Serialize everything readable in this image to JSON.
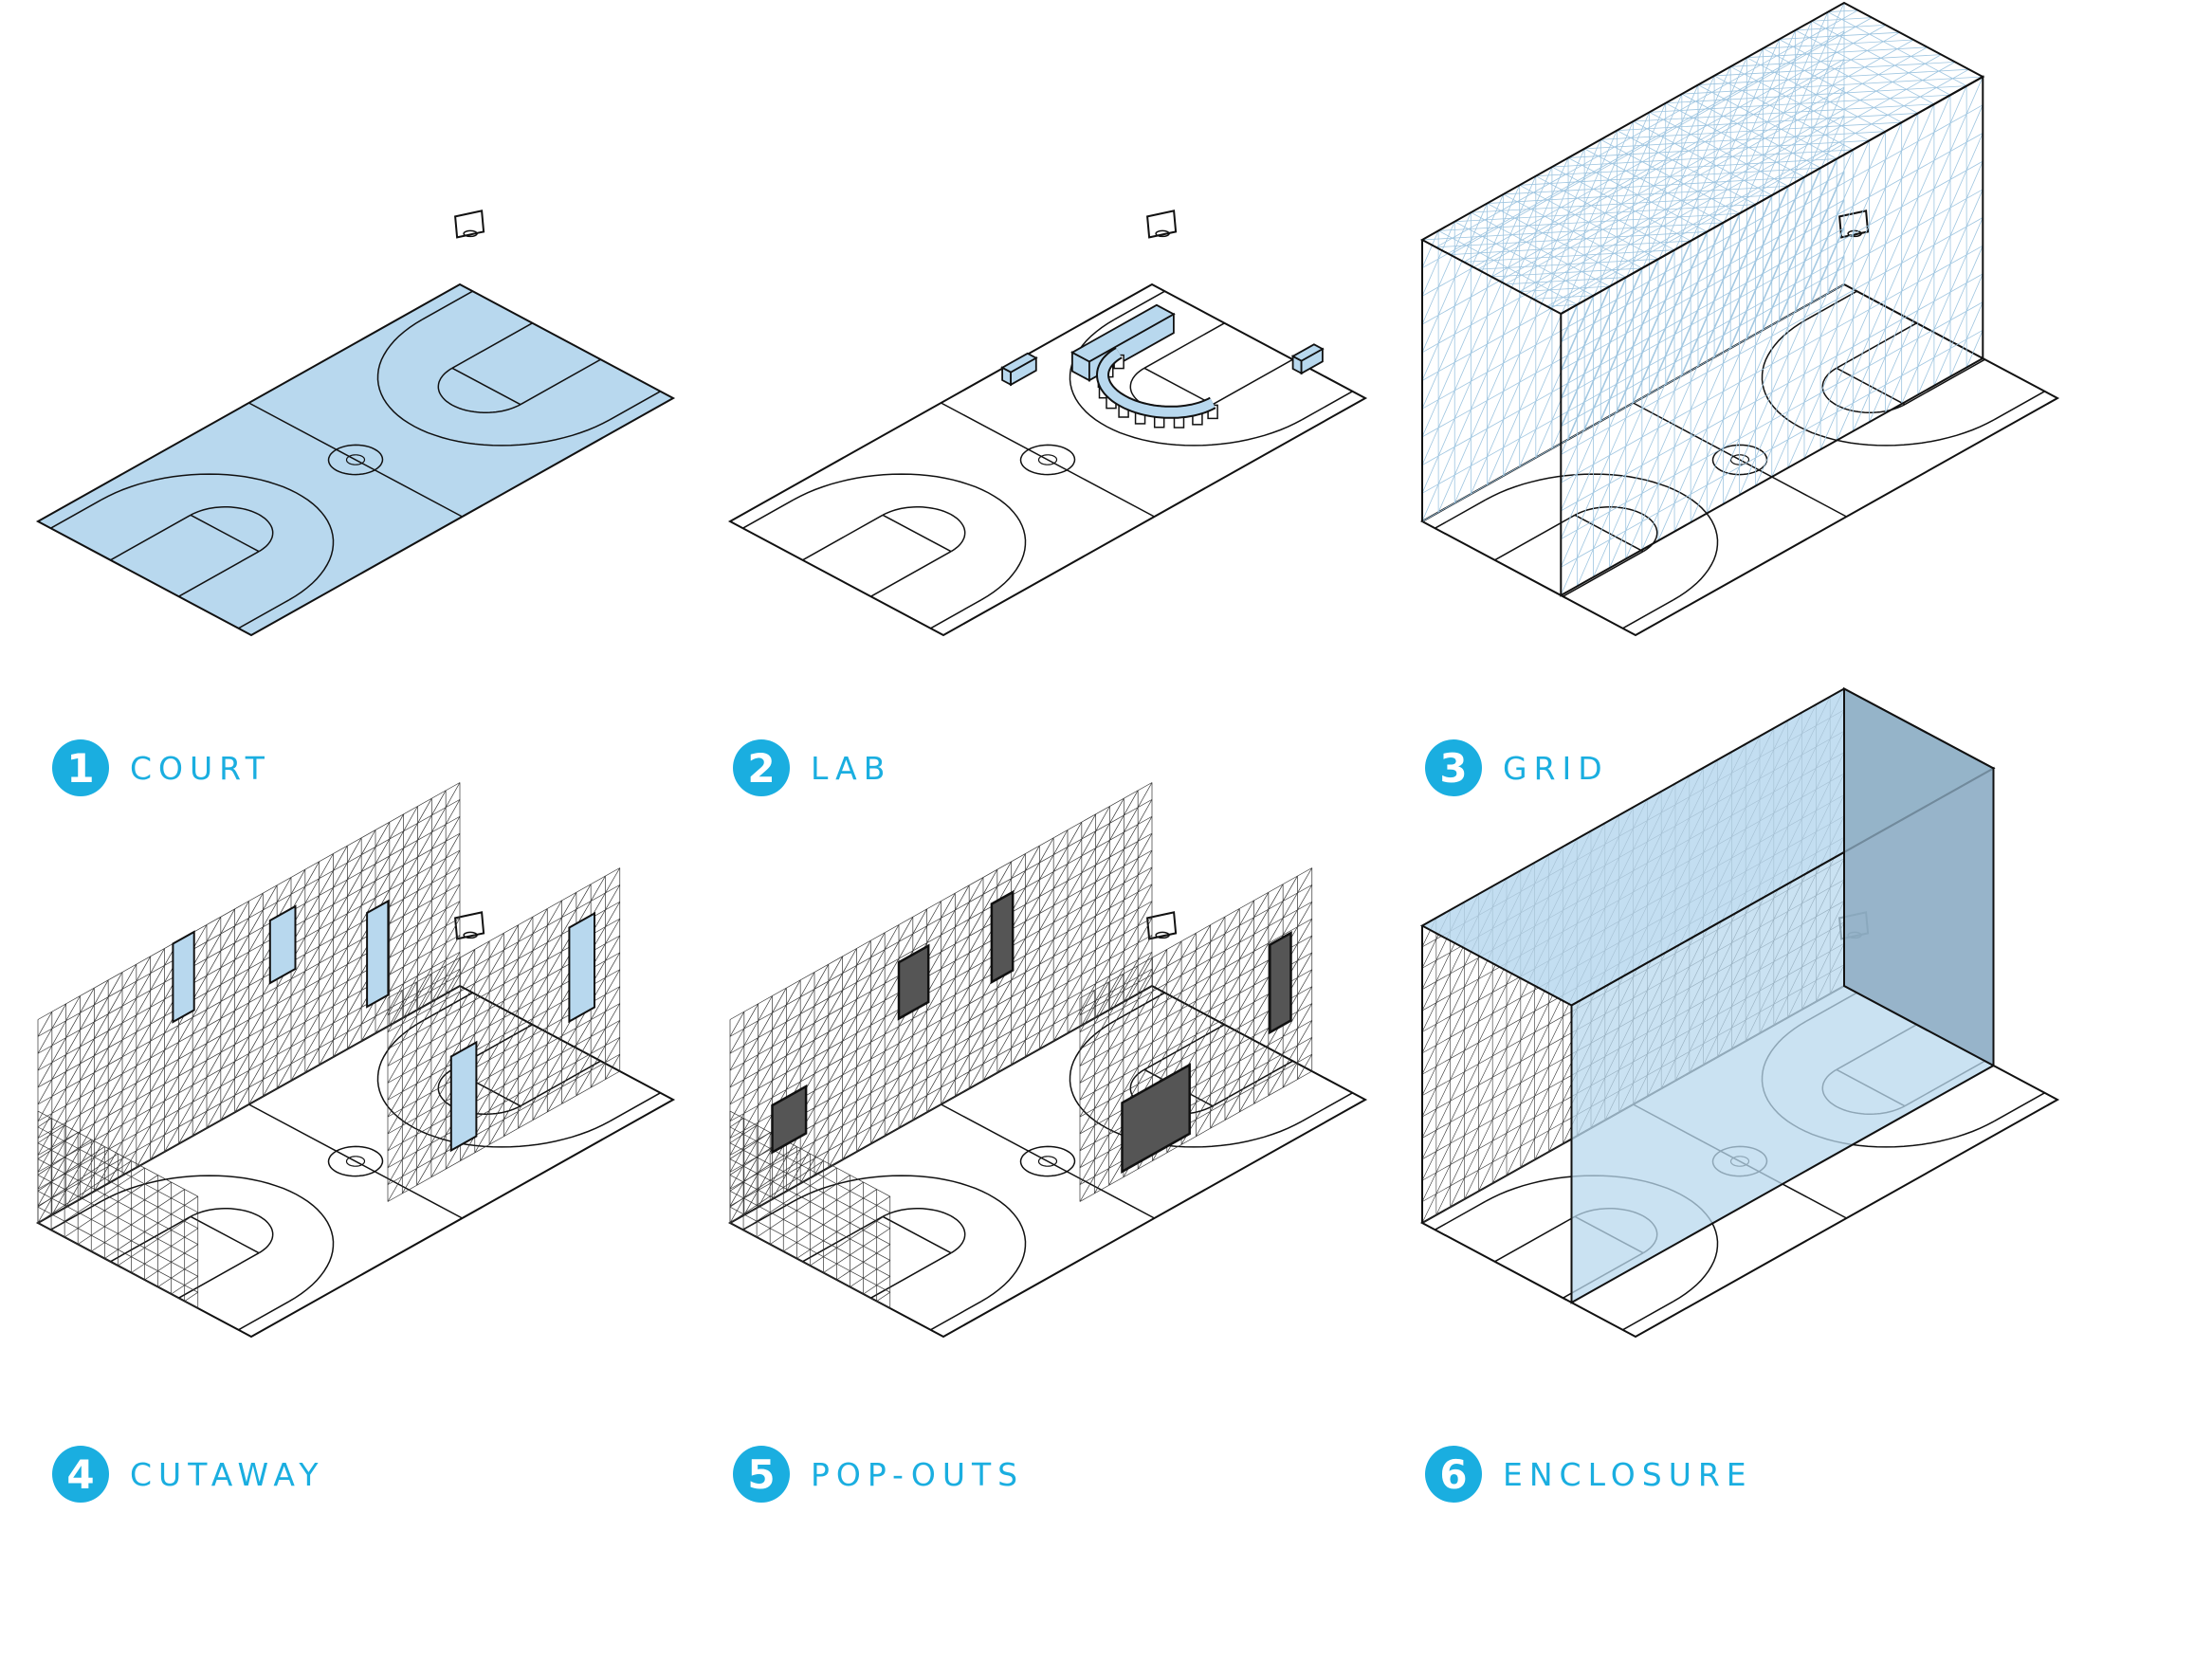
{
  "colors": {
    "accent": "#1aaee0",
    "fill": "#b8d8ee",
    "line": "#111111",
    "grid_light": "#9ec5e0",
    "grid_dark": "#333333"
  },
  "panels": [
    {
      "number": "1",
      "label": "COURT"
    },
    {
      "number": "2",
      "label": "LAB"
    },
    {
      "number": "3",
      "label": "GRID"
    },
    {
      "number": "4",
      "label": "CUTAWAY"
    },
    {
      "number": "5",
      "label": "POP-OUTS"
    },
    {
      "number": "6",
      "label": "ENCLOSURE"
    }
  ],
  "icons": {
    "hoop": "basketball-hoop-icon"
  }
}
